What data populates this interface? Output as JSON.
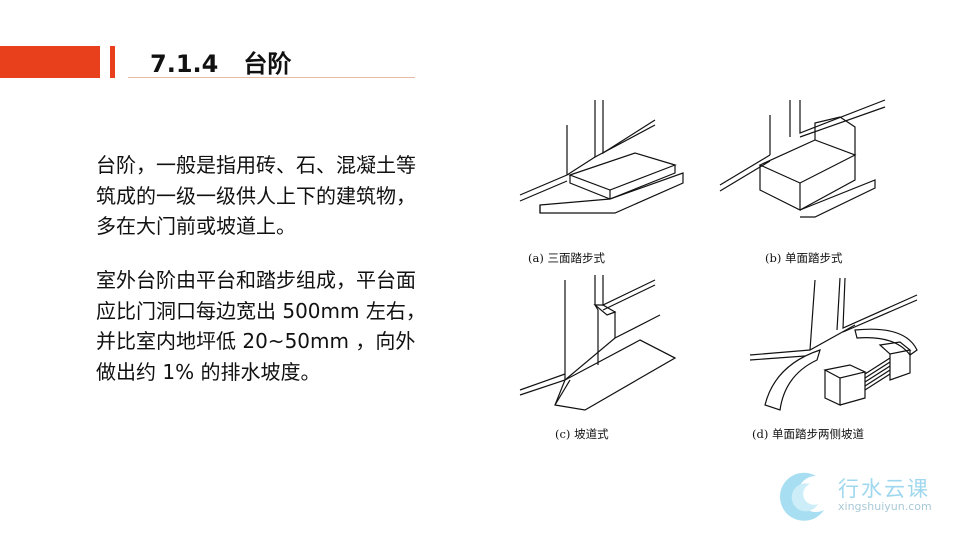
{
  "header": {
    "title": "7.1.4   台阶"
  },
  "body": {
    "paragraph1": [
      "台阶，一般是指用砖、石、混凝土等",
      "筑成的一级一级供人上下的建筑物，",
      "多在大门前或坡道上。"
    ],
    "paragraph2": [
      "室外台阶由平台和踏步组成，平台面",
      "应比门洞口每边宽出 500mm 左右，",
      "并比室内地坪低 20~50mm ，向外",
      "做出约 1% 的排水坡度。"
    ]
  },
  "figures": {
    "a": "(a) 三面踏步式",
    "b": "(b) 单面踏步式",
    "c": "(c) 坡道式",
    "d": "(d) 单面踏步两侧坡道"
  },
  "watermark": {
    "name": "行水云课",
    "url": "xingshuiyun.com"
  },
  "colors": {
    "accent": "#e8401c",
    "logo": "#9fd8ee"
  }
}
